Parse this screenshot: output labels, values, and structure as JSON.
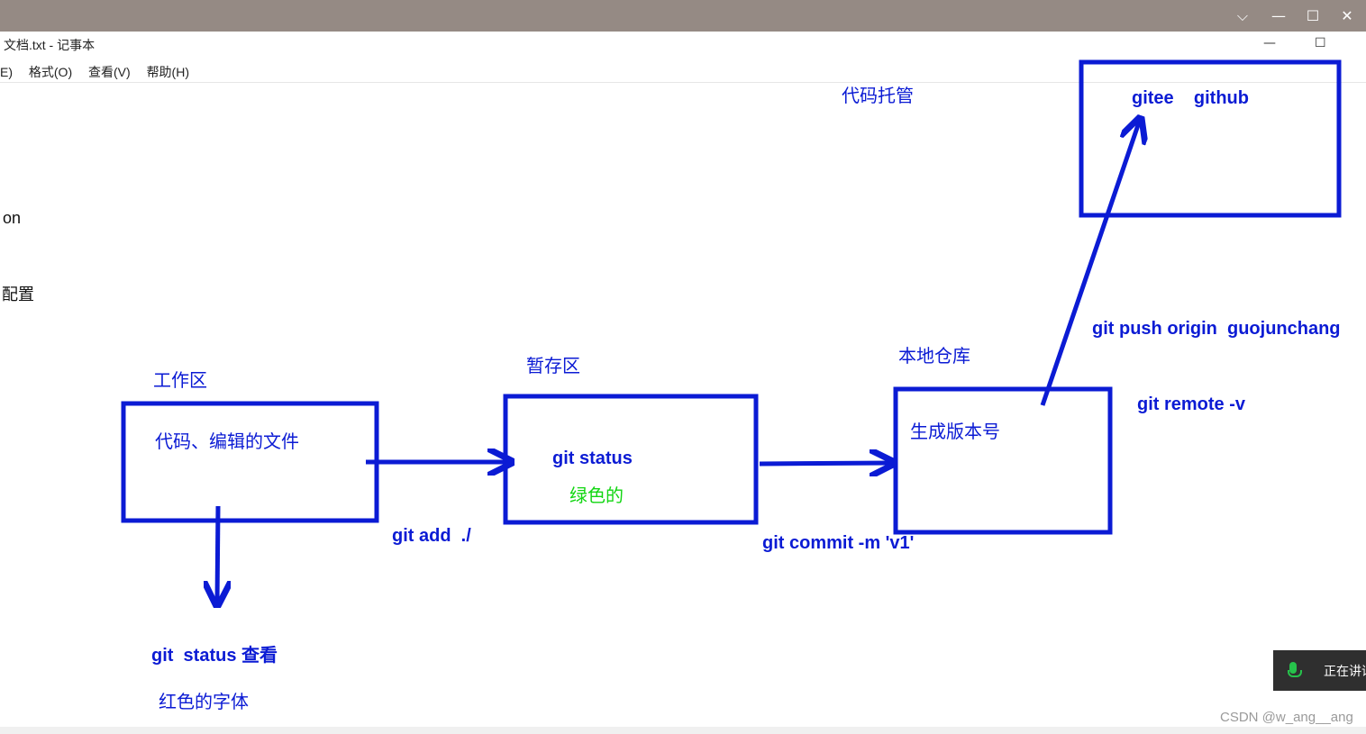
{
  "window": {
    "title": "文档.txt - 记事本",
    "controls": {
      "dropdown": "⌵",
      "minimize": "—",
      "maximize": "☐",
      "close": "✕"
    },
    "inner_controls": {
      "minimize": "—",
      "maximize": "☐"
    }
  },
  "menu": {
    "partial_first": "E)",
    "items": [
      "格式(O)",
      "查看(V)",
      "帮助(H)"
    ]
  },
  "left_edge": {
    "text1": "on",
    "text2": "配置"
  },
  "diagram": {
    "code_hosting": "代码托管",
    "hosting_box": {
      "text": "gitee    github"
    },
    "workspace": {
      "label": "工作区",
      "text": "代码、编辑的文件"
    },
    "staging": {
      "label": "暂存区",
      "text1": "git status",
      "text2": "绿色的"
    },
    "local_repo": {
      "label": "本地仓库",
      "text": "生成版本号"
    },
    "git_add": "git add  ./",
    "git_commit": "git commit -m 'v1'",
    "git_push": "git push origin  guojunchang",
    "git_remote": "git remote -v",
    "git_status_check": "git  status 查看",
    "red_font": "红色的字体"
  },
  "overlay": {
    "speaking": "正在讲话"
  },
  "watermark": "CSDN @w_ang__ang",
  "colors": {
    "stroke": "#0b1bd4",
    "green": "#12d612",
    "titlebar": "#958a84"
  }
}
